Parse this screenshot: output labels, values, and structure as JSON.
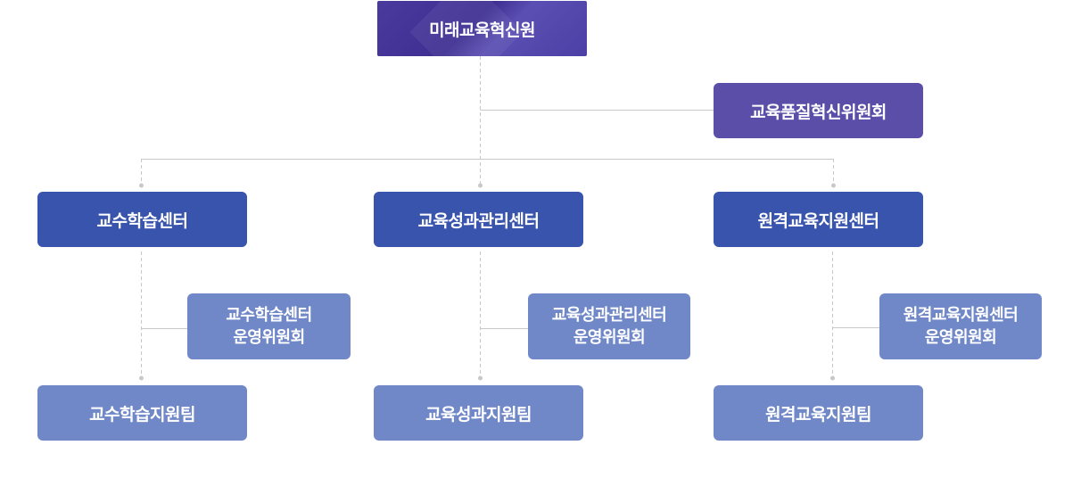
{
  "root": {
    "label": "미래교육혁신원"
  },
  "committee": {
    "label": "교육품질혁신위원회"
  },
  "centers": [
    {
      "label": "교수학습센터",
      "committee_line1": "교수학습센터",
      "committee_line2": "운영위원회",
      "team": "교수학습지원팀"
    },
    {
      "label": "교육성과관리센터",
      "committee_line1": "교육성과관리센터",
      "committee_line2": "운영위원회",
      "team": "교육성과지원팀"
    },
    {
      "label": "원격교육지원센터",
      "committee_line1": "원격교육지원센터",
      "committee_line2": "운영위원회",
      "team": "원격교육지원팀"
    }
  ],
  "colors": {
    "root": "#4a3a9e",
    "committee": "#5b4ea9",
    "center": "#3954ad",
    "sub": "#7088c7",
    "connector": "#c8c8c8"
  }
}
